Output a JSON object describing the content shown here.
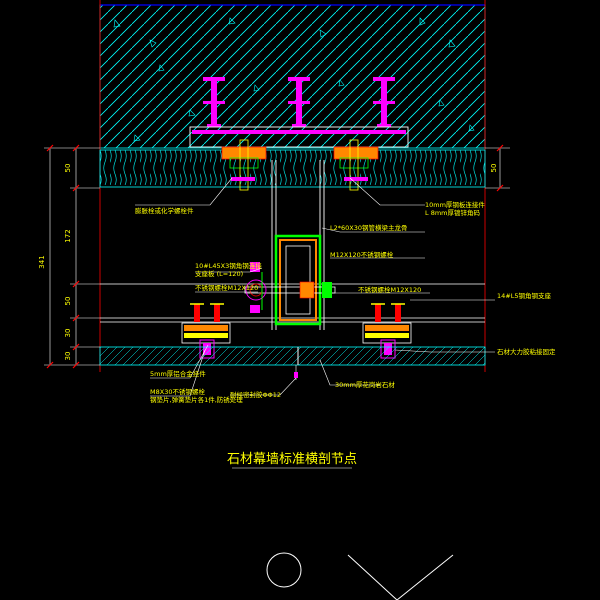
{
  "title": "石材幕墙标准横剖节点",
  "colors": {
    "background": "#000000",
    "hatch": "#00ffff",
    "magenta": "#ff00ff",
    "red": "#ff0000",
    "yellow": "#ffff00",
    "green": "#00ff00",
    "orange": "#ff8800",
    "white": "#ffffff",
    "blue": "#0000ff"
  },
  "dimensions": {
    "overall": "341",
    "d1": "50",
    "d2": "172",
    "d3": "50",
    "d4": "30",
    "d5": "30",
    "right": "50"
  },
  "labels": {
    "anchor": "膨胀栓或化学螺栓件",
    "steel_plate": "10mm厚钢板连接件\nL 8mm厚镀锌角码",
    "vertical_bar": "L2*60X30钢管横梁主龙骨",
    "bolt_main": "M12X120不锈钢螺栓",
    "angle_left": "10#L45X3钢角钢连接\n支座板 (L=120)",
    "bolt_left": "不锈钢螺栓M12X120",
    "bolt_right": "不锈钢螺栓M12X120",
    "stone_plate": "14#L5钢角钢支座",
    "fixing": "石材大力胶粘接固定",
    "aluminum": "5mm厚铝合金挂件",
    "bolt_note": "M8X30不锈钢螺栓\n钢垫片,弹簧垫片各1件,防锈处理",
    "sealant": "耐候密封胶ΦΦ12",
    "granite": "30mm厚花岗岩石材"
  }
}
